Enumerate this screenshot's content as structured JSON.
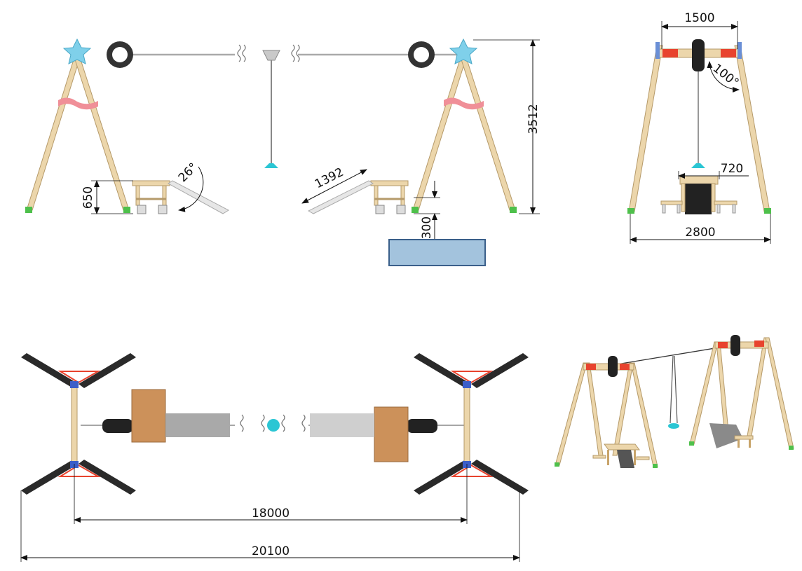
{
  "dimensions": {
    "height_total": "3512",
    "bench_height": "650",
    "ramp_angle": "26°",
    "ramp_length": "1392",
    "free_space": "300",
    "beam_width": "1500",
    "frame_angle": "100°",
    "seat_width": "720",
    "base_width": "2800",
    "span_inner": "18000",
    "span_outer": "20100"
  },
  "colors": {
    "wood": "#ecd6ab",
    "wood_dark": "#c8a46a",
    "star": "#7fd0ea",
    "seat": "#2bc6d4",
    "pink": "#f08f98",
    "red": "#e8432e",
    "green": "#4ec04b",
    "plate": "#cc915a",
    "ramp": "#a9a9a9",
    "box": "#a3c3dd"
  },
  "icons": [
    "star-ornament-icon",
    "tire-icon",
    "break-symbol-icon"
  ]
}
